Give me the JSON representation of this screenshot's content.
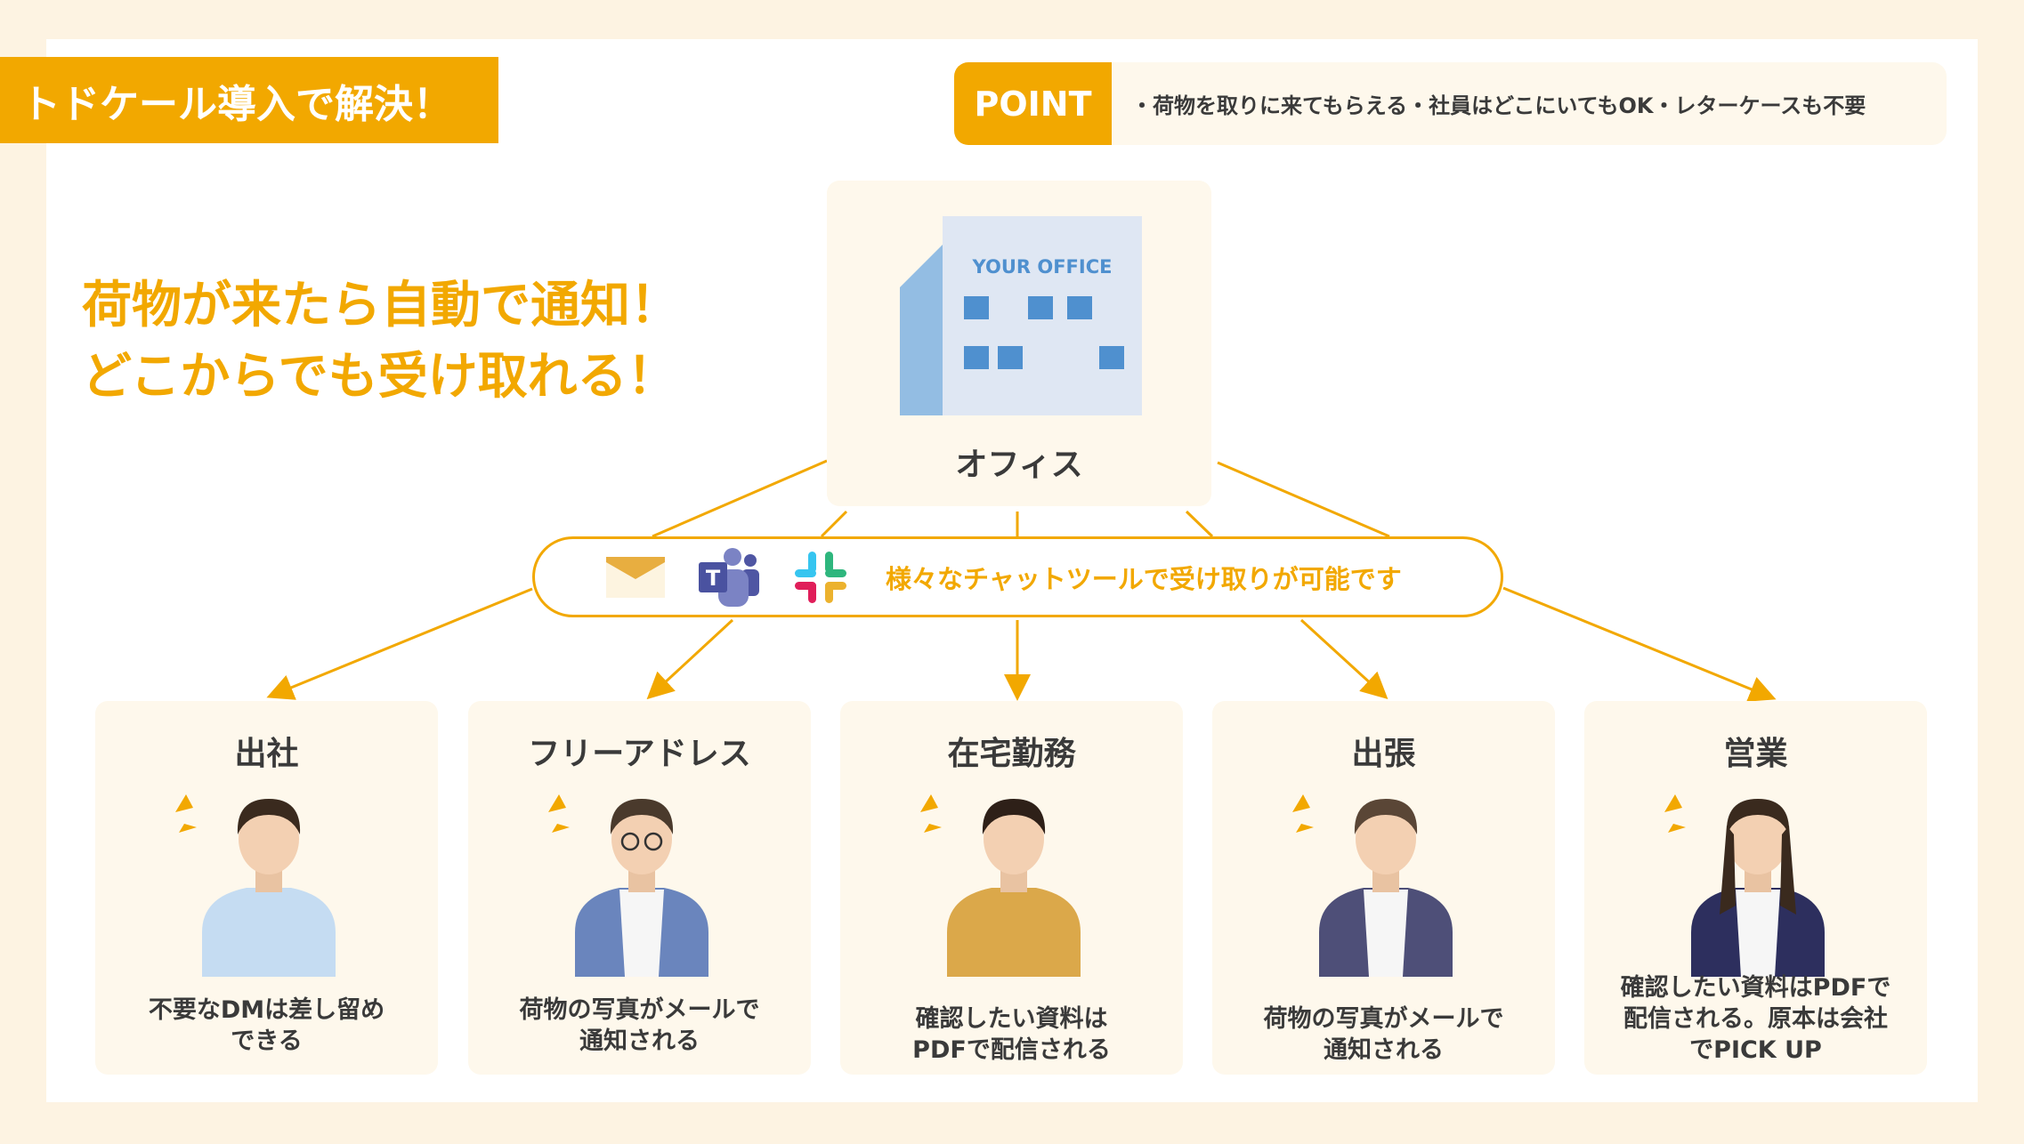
{
  "title": "トドケール導入で解決！",
  "point": {
    "label": "POINT",
    "text": "・荷物を取りに来てもらえる・社員はどこにいてもOK・レターケースも不要"
  },
  "headline": [
    "荷物が来たら自動で通知！",
    "どこからでも受け取れる！"
  ],
  "office": {
    "sign": "YOUR OFFICE",
    "label": "オフィス"
  },
  "chat": {
    "icons": [
      "mail-icon",
      "teams-icon",
      "slack-icon"
    ],
    "text": "様々なチャットツールで受け取りが可能です"
  },
  "cards": [
    {
      "title": "出社",
      "desc": "不要なDMは差し留め\nできる",
      "shirt": "#c5dcf2",
      "hair": "#3a2a1e"
    },
    {
      "title": "フリーアドレス",
      "desc": "荷物の写真がメールで\n通知される",
      "shirt": "#6a85bd",
      "hair": "#4a3a2c"
    },
    {
      "title": "在宅勤務",
      "desc": "確認したい資料は\nPDFで配信される",
      "shirt": "#dba84a",
      "hair": "#2e2018"
    },
    {
      "title": "出張",
      "desc": "荷物の写真がメールで\n通知される",
      "shirt": "#4e4f78",
      "hair": "#5a4636"
    },
    {
      "title": "営業",
      "desc": "確認したい資料はPDFで\n配信される。原本は会社\nでPICK UP",
      "shirt": "#2d2f5e",
      "hair": "#3a2a1e"
    }
  ],
  "colors": {
    "accent": "#f2a800",
    "cream": "#fef8ec"
  }
}
